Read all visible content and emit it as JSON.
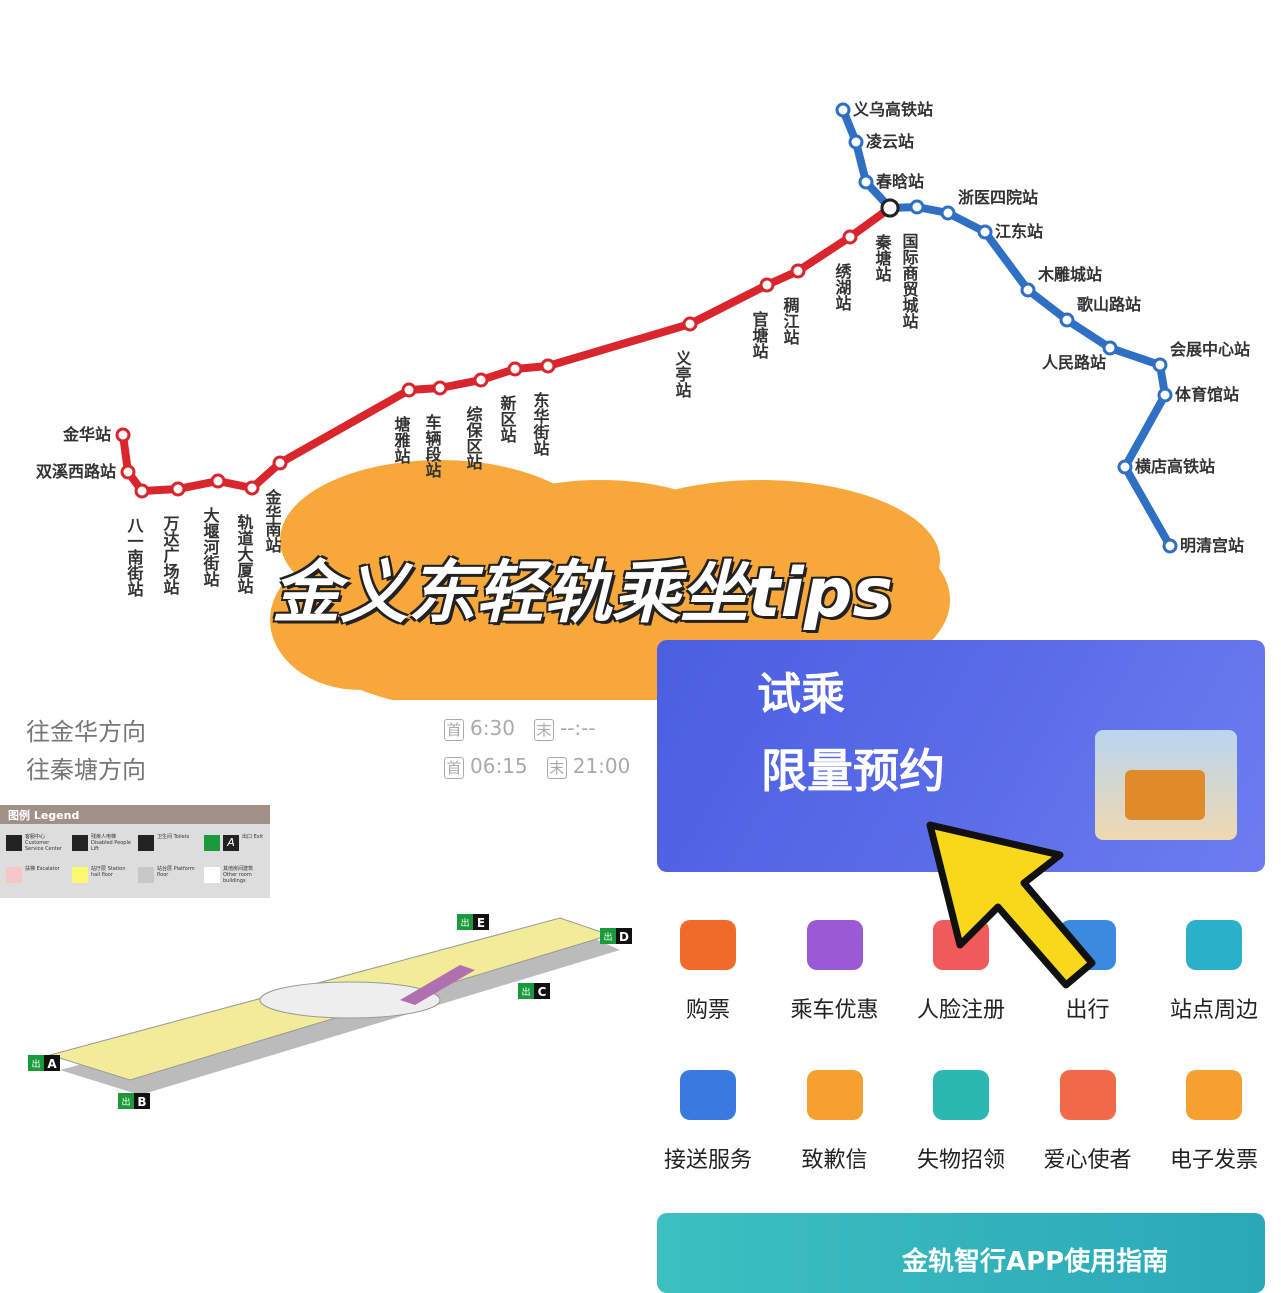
{
  "map": {
    "red_line": {
      "color": "#d9262c",
      "stations": [
        "金华站",
        "双溪西路站",
        "八一南街站",
        "万达广场站",
        "大堰河街站",
        "轨道大厦站",
        "金华南站",
        "塘雅站",
        "车辆段站",
        "综保区站",
        "新区站",
        "东华街站",
        "义亭站",
        "官塘站",
        "稠江站",
        "绣湖站",
        "秦塘站"
      ]
    },
    "blue_line": {
      "color": "#2f6fc4",
      "stations": [
        "义乌高铁站",
        "凌云站",
        "春晗站",
        "秦塘站",
        "国际商贸城站",
        "浙医四院站",
        "江东站",
        "木雕城站",
        "歌山路站",
        "人民路站",
        "会展中心站",
        "体育馆站",
        "横店高铁站",
        "明清宫站"
      ]
    }
  },
  "title": "金义东轻轨乘坐tips",
  "timetable": [
    {
      "direction": "往金华方向",
      "first_badge": "首",
      "first": "6:30",
      "last_badge": "末",
      "last": "--:--"
    },
    {
      "direction": "往秦塘方向",
      "first_badge": "首",
      "first": "06:15",
      "last_badge": "末",
      "last": "21:00"
    }
  ],
  "legend": {
    "title": "图例  Legend",
    "items": [
      "客服中心 Customer Service Center",
      "残疾人电梯 Disabled People Lift",
      "卫生间 Toilets",
      "出口 Exit",
      "扶梯 Escalator",
      "站厅层 Station hall floor",
      "站台层 Platform floor",
      "其他房间建筑 Other room buildings"
    ],
    "exit_letter": "A"
  },
  "station_plan": {
    "exits": [
      "A",
      "B",
      "C",
      "D",
      "E"
    ],
    "exit_badge": "出"
  },
  "app": {
    "banner": {
      "line1": "试乘",
      "line2": "限量预约"
    },
    "services": [
      {
        "label": "购票",
        "icon": "ticket-icon",
        "color": "#f06a2a"
      },
      {
        "label": "乘车优惠",
        "icon": "coupon-icon",
        "color": "#9a5ad6"
      },
      {
        "label": "人脸注册",
        "icon": "face-icon",
        "color": "#f05a5a"
      },
      {
        "label": "出行",
        "icon": "travel-icon",
        "color": "#3a8ae0"
      },
      {
        "label": "站点周边",
        "icon": "store-icon",
        "color": "#2ab0c8"
      },
      {
        "label": "接送服务",
        "icon": "pickup-icon",
        "color": "#3a7ae0"
      },
      {
        "label": "致歉信",
        "icon": "mail-icon",
        "color": "#f5a030"
      },
      {
        "label": "失物招领",
        "icon": "lost-found-icon",
        "color": "#2ab8b0"
      },
      {
        "label": "爱心使者",
        "icon": "cap-icon",
        "color": "#f06a4a"
      },
      {
        "label": "电子发票",
        "icon": "invoice-icon",
        "color": "#f5a030"
      }
    ],
    "guide": "金轨智行APP使用指南"
  },
  "colors": {
    "sticker": "#f8a83a",
    "arrow": "#f8d81a"
  }
}
